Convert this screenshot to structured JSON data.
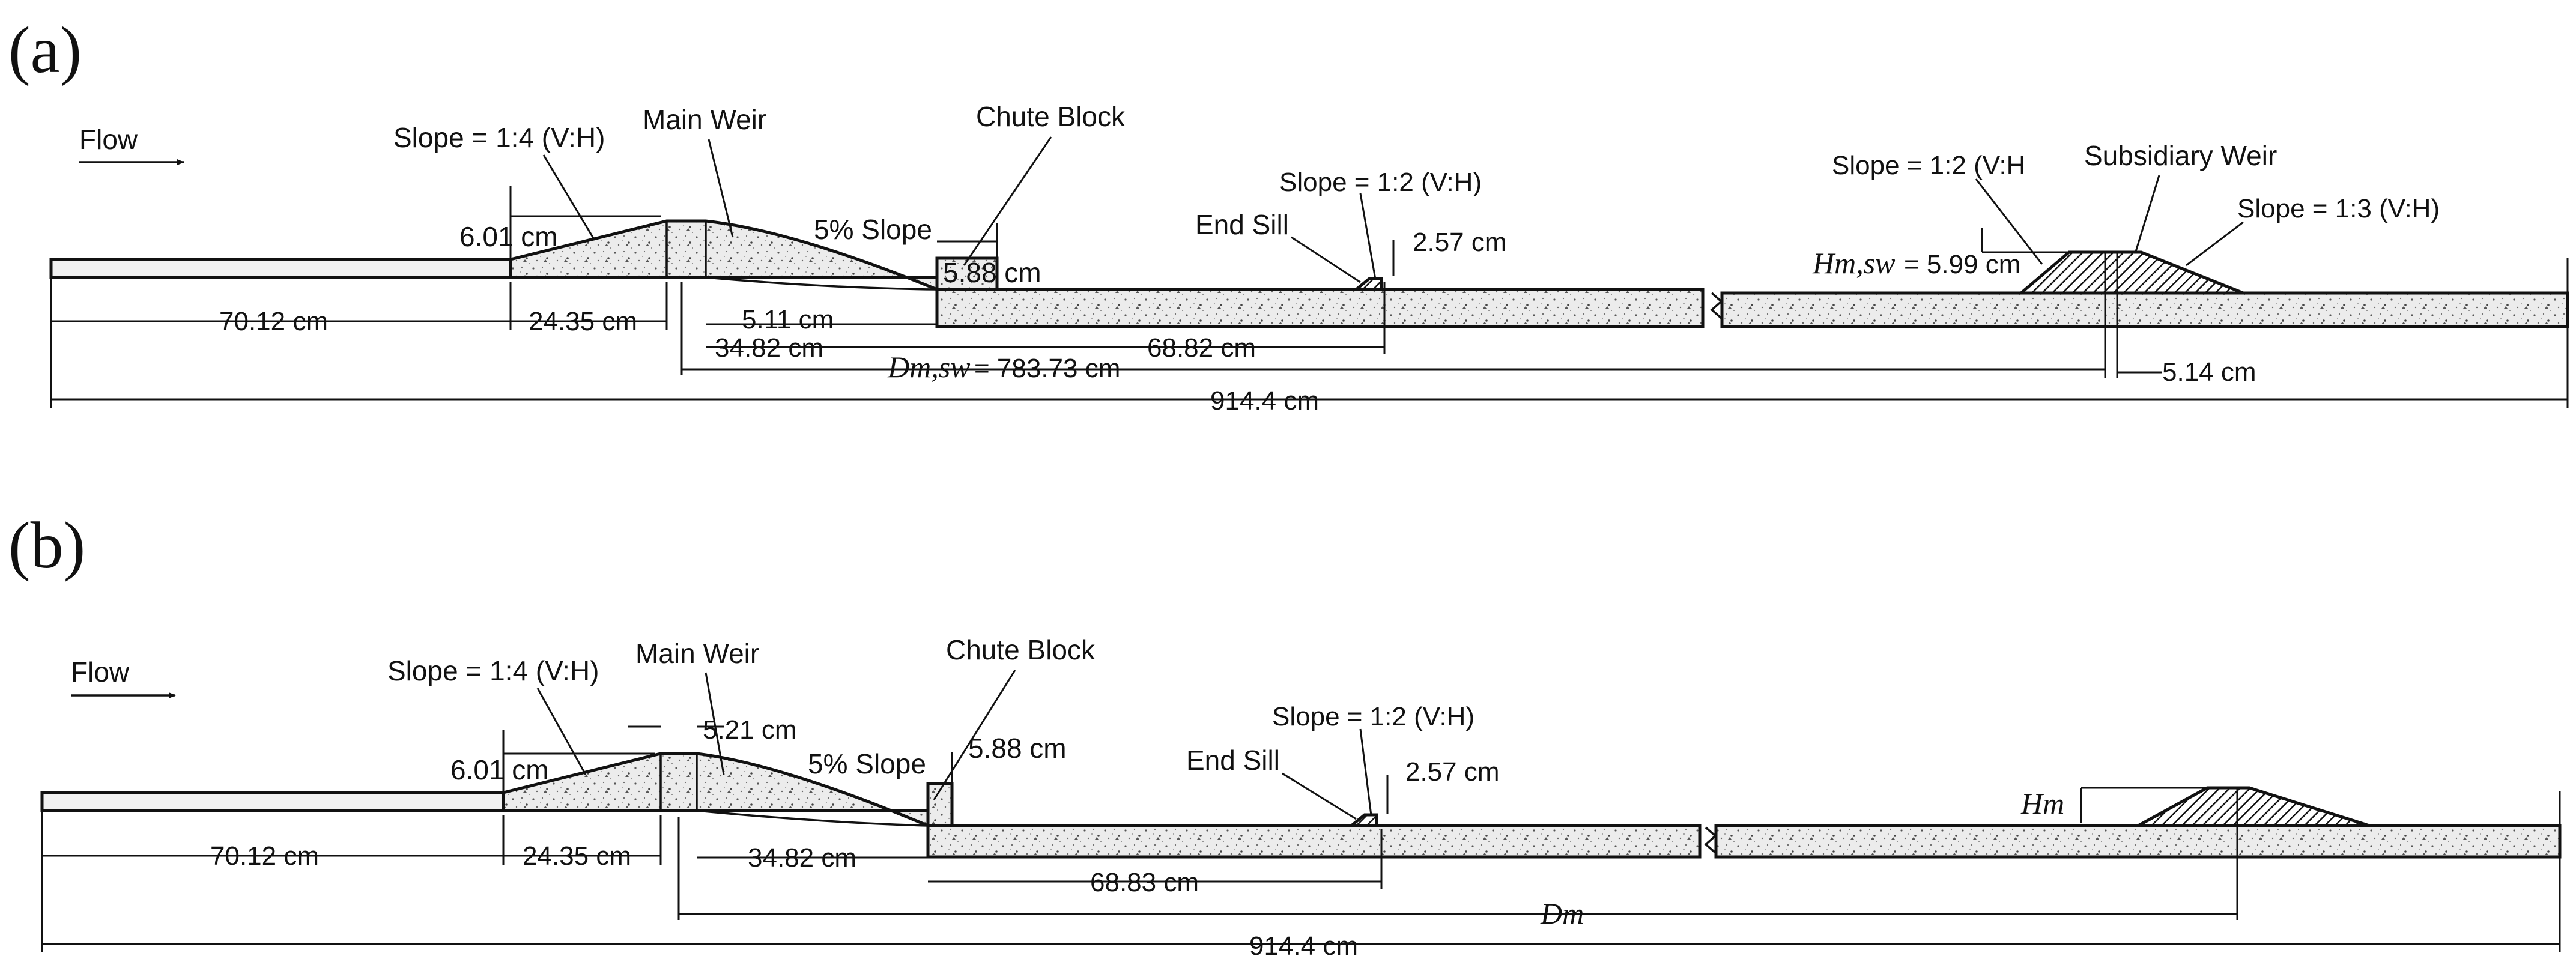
{
  "panels": {
    "a": {
      "tag": "(a)",
      "flow": "Flow",
      "main_weir": "Main Weir",
      "chute_block": "Chute Block",
      "slope_up": "Slope = 1:4 (V:H)",
      "weir_height": "6.01 cm",
      "five_pct": "5% Slope",
      "block_height": "5.88 cm",
      "end_sill": "End Sill",
      "end_sill_slope": "Slope = 1:2 (V:H)",
      "end_sill_height": "2.57 cm",
      "sub_slope_up": "Slope = 1:2 (V:H",
      "subsidiary_weir": "Subsidiary Weir",
      "sub_slope_down": "Slope = 1:3 (V:H)",
      "hm_sym": "Hm,sw",
      "hm_val": "= 5.99 cm",
      "dim_70": "70.12 cm",
      "dim_24": "24.35 cm",
      "dim_511": "5.11 cm",
      "dim_3482": "34.82 cm",
      "dim_6882": "68.82 cm",
      "dm_sym": "Dm,sw",
      "dm_val": "= 783.73 cm",
      "dim_514": "5.14 cm",
      "dim_total": "914.4 cm"
    },
    "b": {
      "tag": "(b)",
      "flow": "Flow",
      "main_weir": "Main Weir",
      "chute_block": "Chute Block",
      "slope_up": "Slope = 1:4 (V:H)",
      "weir_height": "6.01 cm",
      "crest_len": "5.21 cm",
      "five_pct": "5% Slope",
      "block_height": "5.88 cm",
      "end_sill": "End Sill",
      "end_sill_slope": "Slope = 1:2 (V:H)",
      "end_sill_height": "2.57 cm",
      "hm_sym": "Hm",
      "dim_70": "70.12 cm",
      "dim_24": "24.35 cm",
      "dim_3482": "34.82 cm",
      "dim_6883": "68.83 cm",
      "dm_sym": "Dm",
      "dim_total": "914.4 cm"
    }
  }
}
